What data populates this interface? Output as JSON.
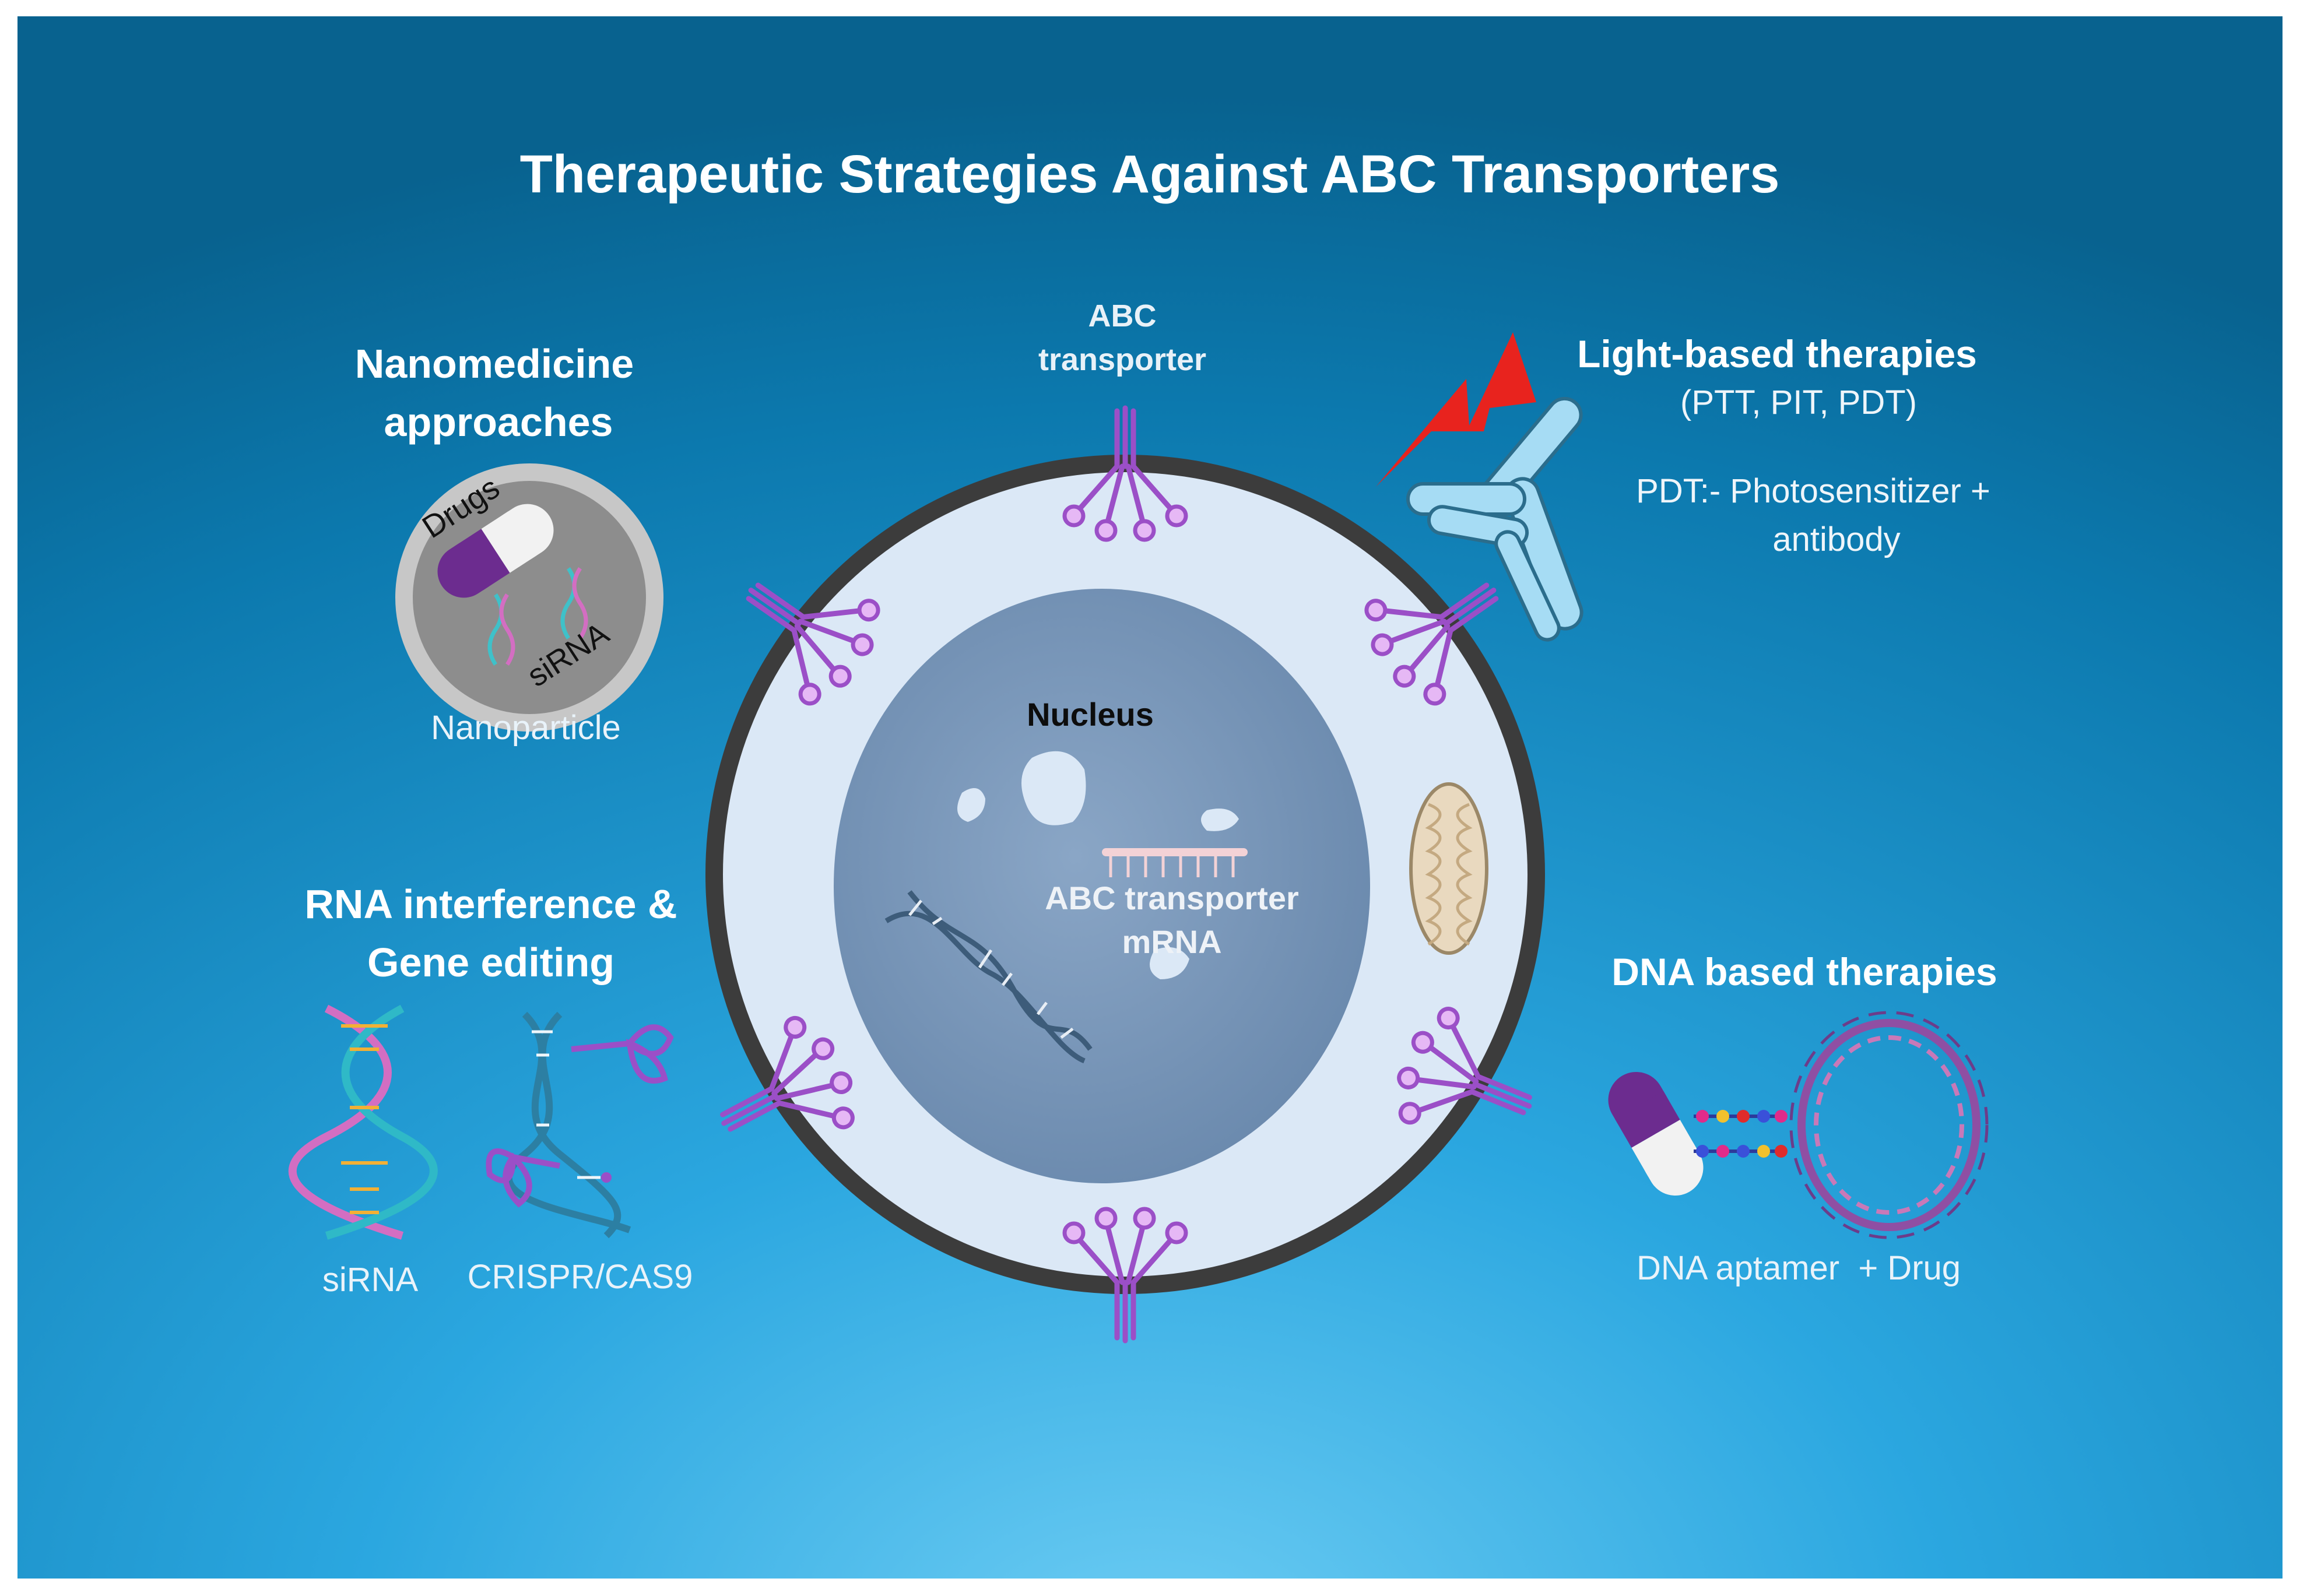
{
  "title": "Therapeutic Strategies Against ABC Transporters",
  "cell": {
    "transporter_label_line1": "ABC",
    "transporter_label_line2": "transporter",
    "nucleus_label": "Nucleus",
    "mrna_label_line1": "ABC transporter",
    "mrna_label_line2": "mRNA"
  },
  "nanomedicine": {
    "heading_line1": "Nanomedicine",
    "heading_line2": "approaches",
    "drugs_label": "Drugs",
    "sirna_label": "siRNA",
    "caption": "Nanoparticle"
  },
  "rnai": {
    "heading_line1": "RNA interference &",
    "heading_line2": "Gene editing",
    "caption_sirna": "siRNA",
    "caption_crispr": "CRISPR/CAS9"
  },
  "light": {
    "heading": "Light-based therapies",
    "subheading": "(PTT, PIT, PDT)",
    "note_line1": "PDT:- Photosensitizer +",
    "note_line2": "antibody"
  },
  "dna": {
    "heading": "DNA based therapies",
    "caption": "DNA aptamer  + Drug"
  },
  "colors": {
    "background_top": "#0a6fa0",
    "background_bottom": "#5cc4ee",
    "transporter": "#9b4fc7",
    "membrane": "#3c3c3c",
    "cytoplasm": "#dbe8f6",
    "nucleus": "#6e8db0",
    "antibody": "#9fd7f2",
    "lightning": "#e8231e"
  }
}
